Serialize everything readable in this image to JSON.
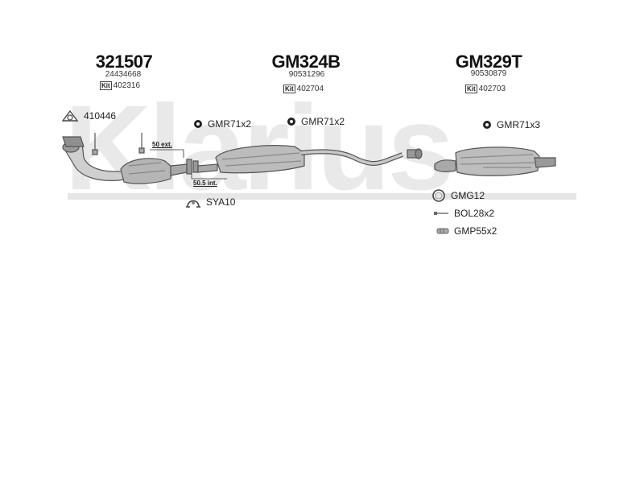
{
  "watermark": "Klarius",
  "groups": [
    {
      "part": "321507",
      "oem": "24434668",
      "kit_badge": "Kit",
      "kit": "402316"
    },
    {
      "part": "GM324B",
      "oem": "90531296",
      "kit_badge": "Kit",
      "kit": "402704"
    },
    {
      "part": "GM329T",
      "oem": "90530879",
      "kit_badge": "Kit",
      "kit": "402703"
    }
  ],
  "accessories": {
    "gasket_410446": "410446",
    "mount_1": "GMR71x2",
    "mount_2": "GMR71x2",
    "mount_3": "GMR71x3",
    "sya": "SYA10",
    "gmg": "GMG12",
    "bol": "BOL28x2",
    "gmp": "GMP55x2"
  },
  "dimensions": {
    "ext": "50 ext.",
    "int": "50.5 int."
  },
  "icons": [
    "gasket-icon",
    "rubber-mount-icon",
    "clamp-icon",
    "ring-icon",
    "bolt-icon",
    "spring-icon"
  ]
}
